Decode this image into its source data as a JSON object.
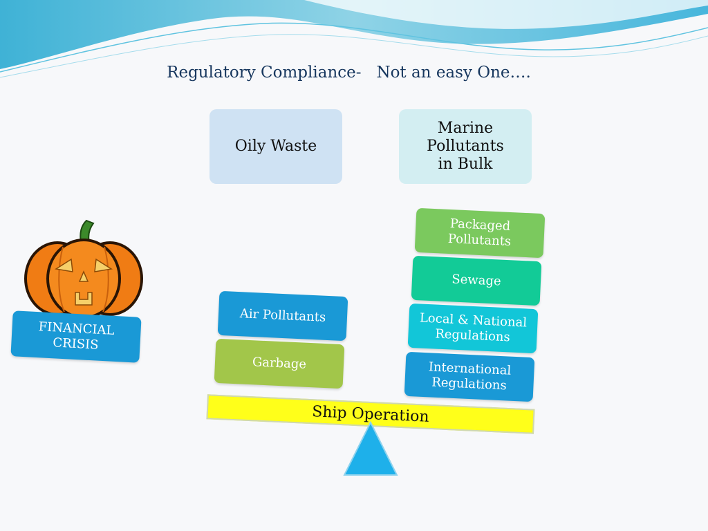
{
  "title": "Regulatory Compliance-   Not an easy One….",
  "top_boxes": {
    "oily_waste": "Oily Waste",
    "marine_pollutants": "Marine Pollutants in Bulk"
  },
  "left_stack": {
    "air_pollutants": "Air Pollutants",
    "garbage": "Garbage"
  },
  "right_stack": {
    "packaged_pollutants": "Packaged Pollutants",
    "sewage": "Sewage",
    "local_national": "Local & National Regulations",
    "international": "International Regulations"
  },
  "financial_crisis": "FINANCIAL CRISIS",
  "beam_label": "Ship Operation",
  "colors": {
    "title": "#17375e",
    "oily_box": "#cfe2f3",
    "marine_box": "#d3eef2",
    "blue_block": "#1a99d6",
    "green_block": "#a2c64a",
    "light_green_block": "#7bc95e",
    "teal_green_block": "#12cb97",
    "cyan_block": "#12c6d8",
    "beam": "#ffff1a",
    "fulcrum": "#1eb0ea"
  }
}
